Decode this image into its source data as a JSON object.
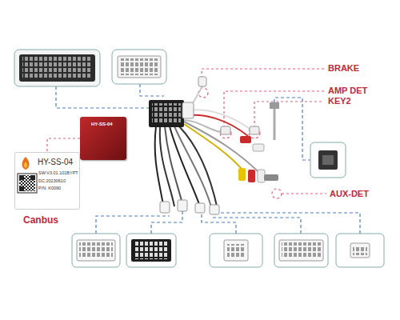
{
  "diagram": {
    "nodes": [
      {
        "text": [
          "HY-SS-04"
        ]
      },
      {
        "text": [
          "HY-SS-04",
          "SW:V3.01.101BYPT",
          "DC:20230610",
          "P/N: K0090",
          "Canbus"
        ]
      }
    ],
    "edges": [
      {
        "from": 0,
        "to": 1,
        "arrow": "none"
      }
    ],
    "labels": [
      "BRAKE",
      "AMP DET",
      "KEY2",
      "AUX-DET"
    ]
  }
}
